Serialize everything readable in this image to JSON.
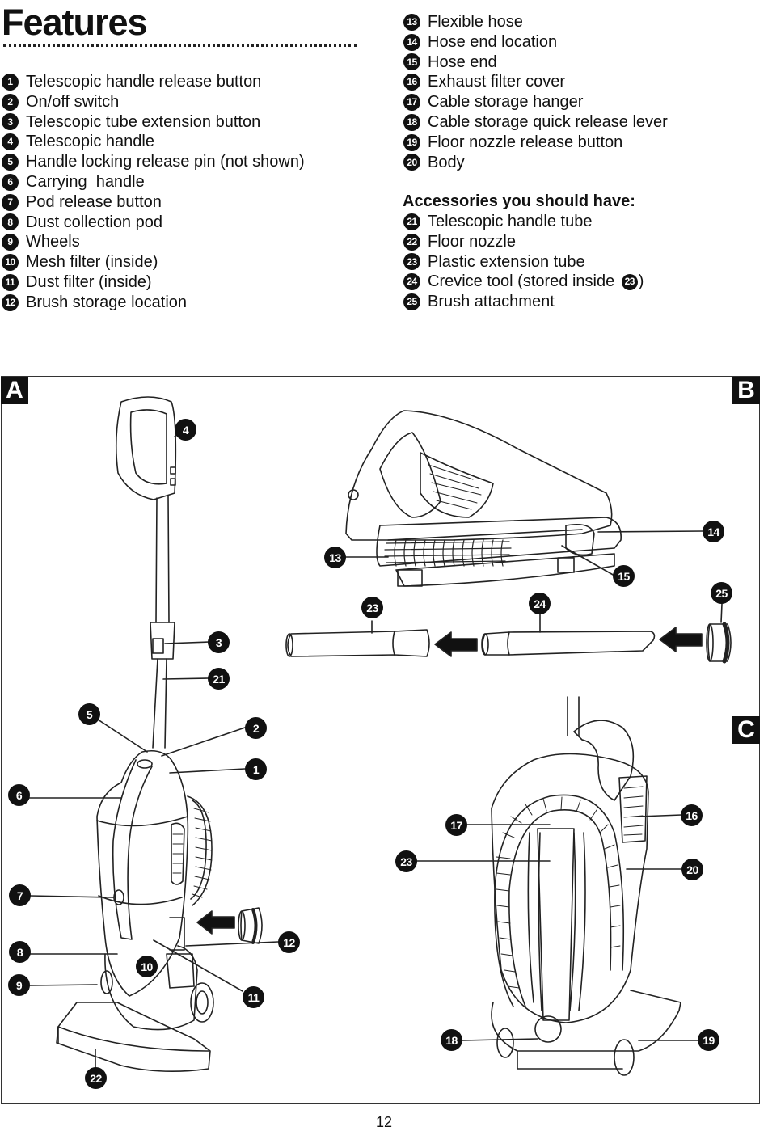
{
  "heading": "Features",
  "features_left": [
    {
      "num": "1",
      "label": "Telescopic handle release button"
    },
    {
      "num": "2",
      "label": "On/off switch"
    },
    {
      "num": "3",
      "label": "Telescopic tube extension button"
    },
    {
      "num": "4",
      "label": "Telescopic handle"
    },
    {
      "num": "5",
      "label": "Handle locking release pin (not shown)"
    },
    {
      "num": "6",
      "label": "Carrying  handle"
    },
    {
      "num": "7",
      "label": "Pod release button"
    },
    {
      "num": "8",
      "label": "Dust collection pod"
    },
    {
      "num": "9",
      "label": "Wheels"
    },
    {
      "num": "10",
      "label": "Mesh filter (inside)"
    },
    {
      "num": "11",
      "label": "Dust filter (inside)"
    },
    {
      "num": "12",
      "label": "Brush storage location"
    }
  ],
  "features_right": [
    {
      "num": "13",
      "label": "Flexible hose"
    },
    {
      "num": "14",
      "label": "Hose end location"
    },
    {
      "num": "15",
      "label": "Hose end"
    },
    {
      "num": "16",
      "label": "Exhaust filter cover"
    },
    {
      "num": "17",
      "label": "Cable storage hanger"
    },
    {
      "num": "18",
      "label": "Cable storage quick release lever"
    },
    {
      "num": "19",
      "label": "Floor nozzle release button"
    },
    {
      "num": "20",
      "label": "Body"
    }
  ],
  "accessories_heading": "Accessories you should have:",
  "accessories": [
    {
      "num": "21",
      "label": "Telescopic handle tube"
    },
    {
      "num": "22",
      "label": "Floor nozzle"
    },
    {
      "num": "23",
      "label": "Plastic extension tube"
    },
    {
      "num": "24",
      "label": "Crevice tool (stored inside ",
      "ref": "23",
      "suffix": ")"
    },
    {
      "num": "25",
      "label": "Brush attachment"
    }
  ],
  "panels": {
    "a": "A",
    "b": "B",
    "c": "C"
  },
  "callouts": {
    "c1": "1",
    "c2": "2",
    "c3": "3",
    "c4": "4",
    "c5": "5",
    "c6": "6",
    "c7": "7",
    "c8": "8",
    "c9": "9",
    "c10": "10",
    "c11": "11",
    "c12": "12",
    "c13": "13",
    "c14": "14",
    "c15": "15",
    "c16": "16",
    "c17": "17",
    "c18": "18",
    "c19": "19",
    "c20": "20",
    "c21": "21",
    "c22": "22",
    "c23b": "23",
    "c23c": "23",
    "c24": "24",
    "c25": "25"
  },
  "page_number": "12"
}
